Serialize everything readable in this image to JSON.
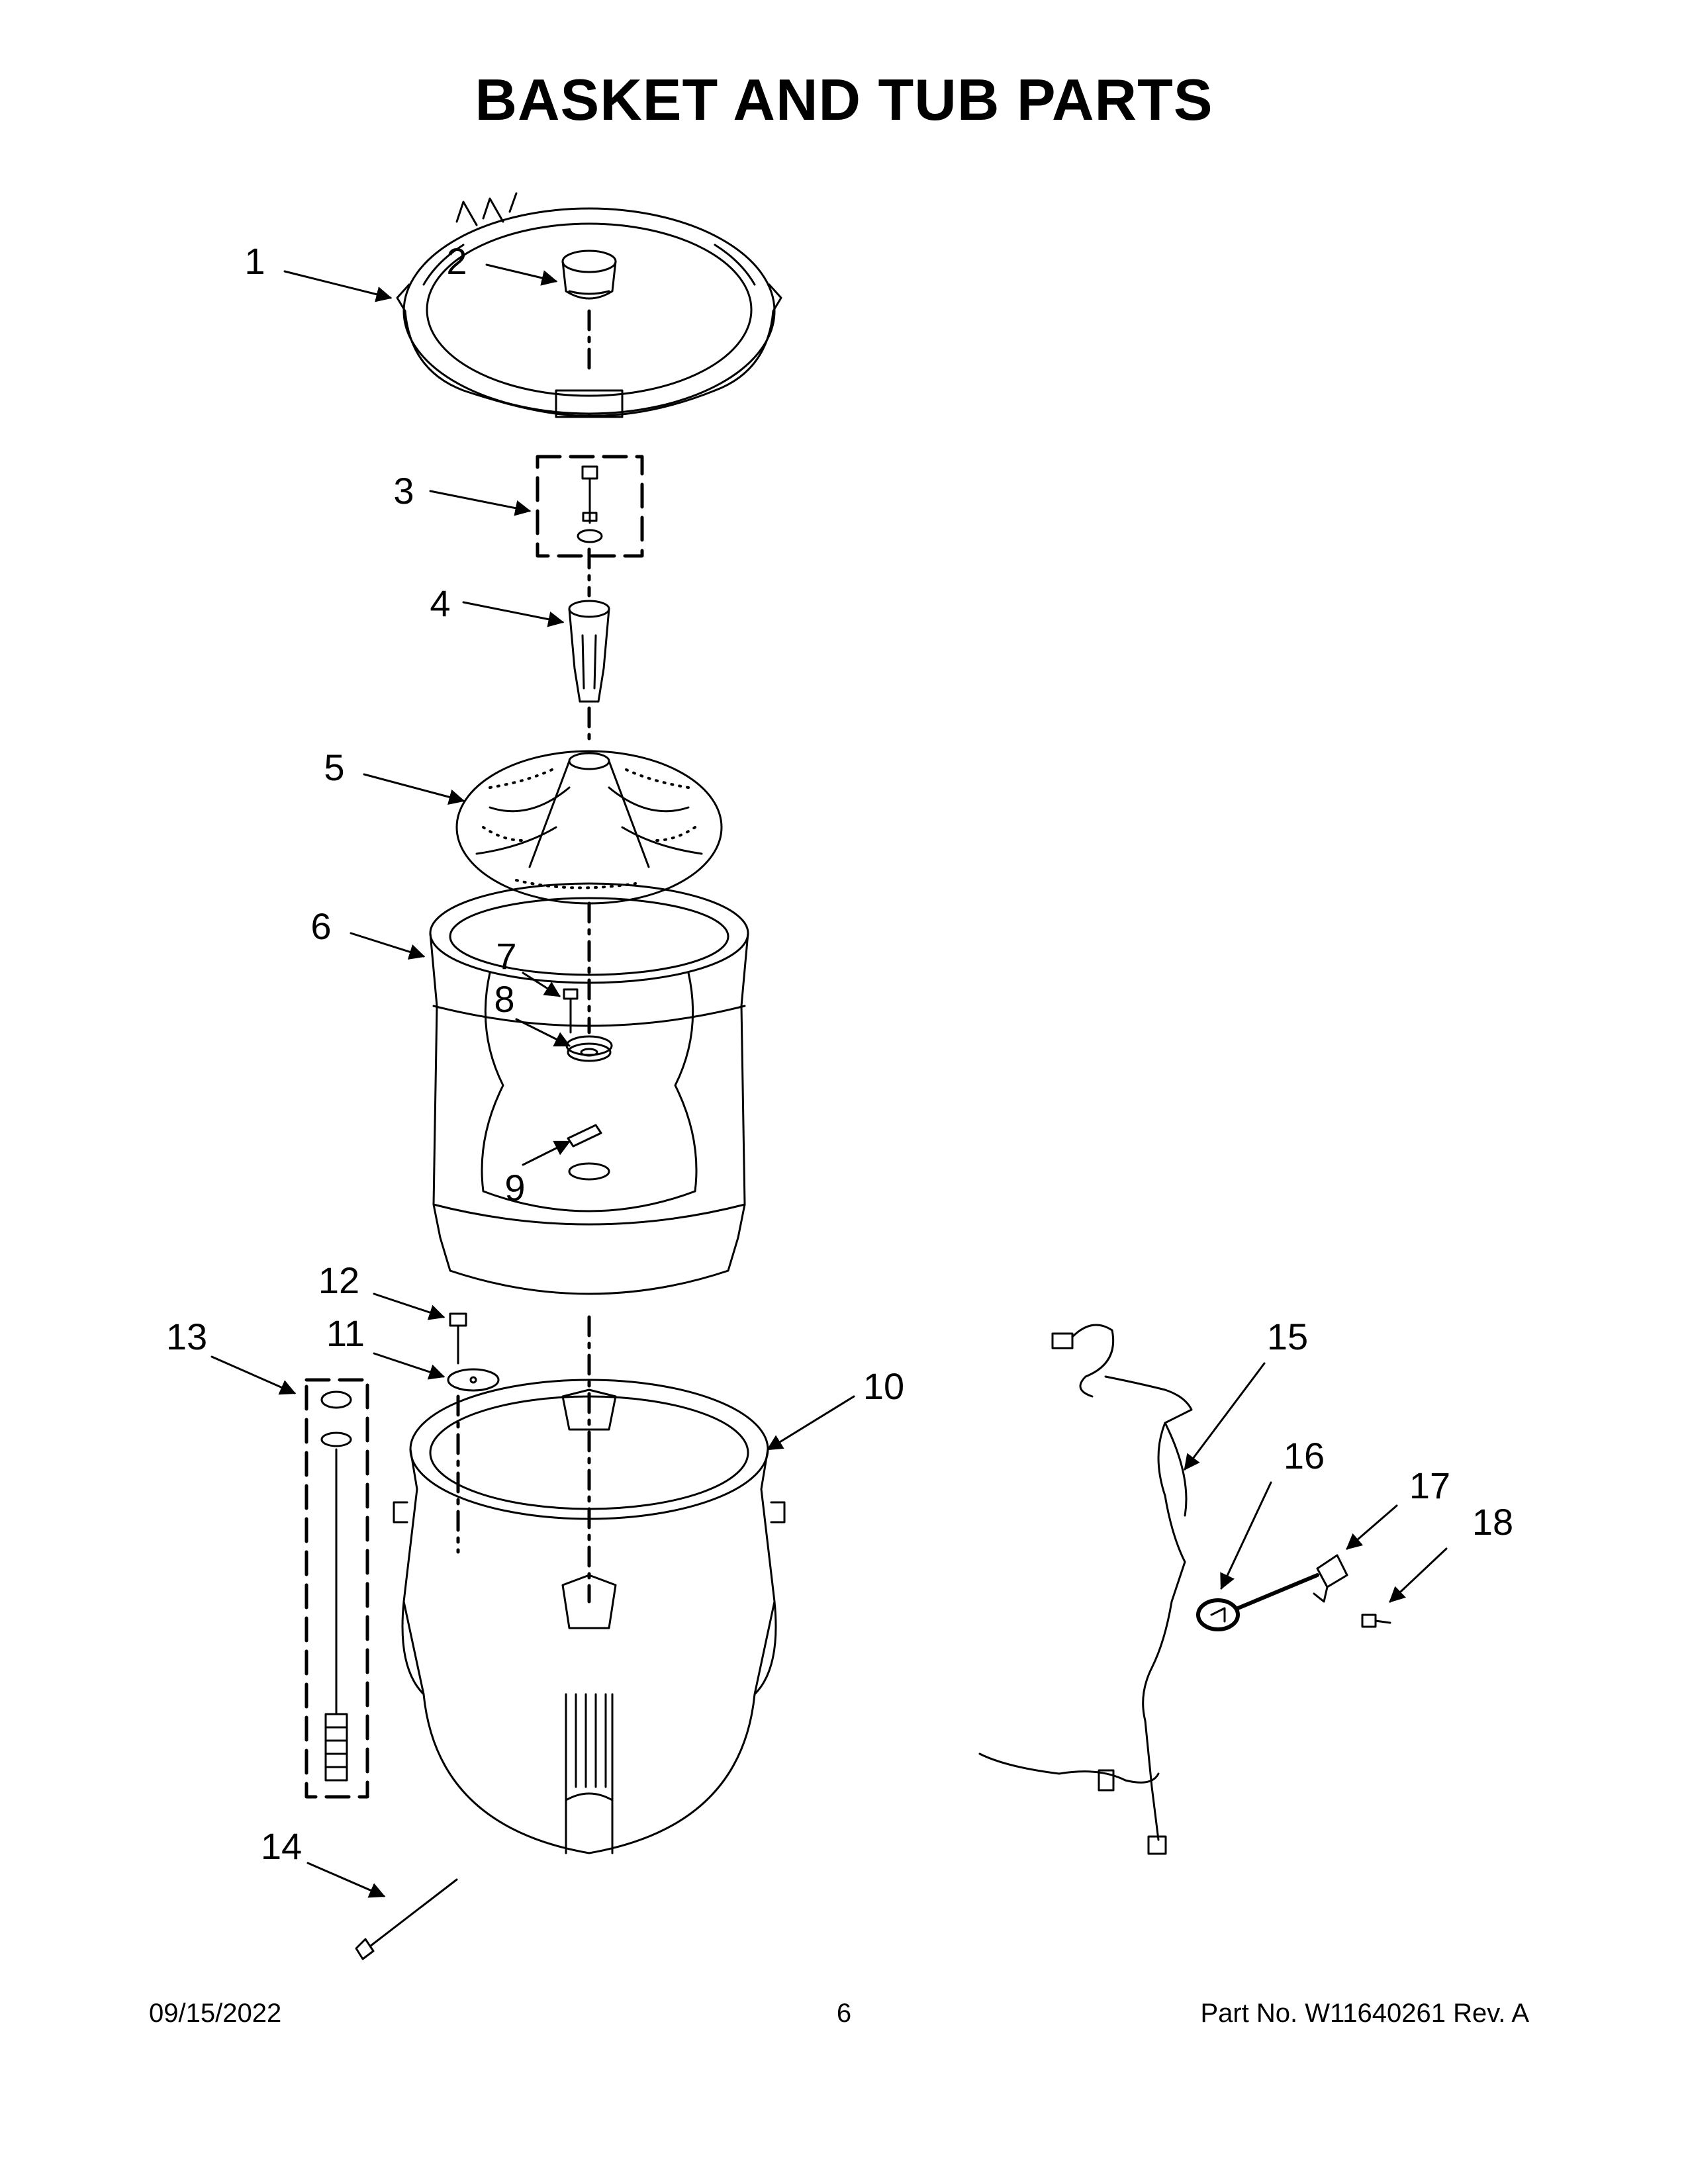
{
  "page": {
    "title": "BASKET AND TUB PARTS",
    "footer": {
      "date": "09/15/2022",
      "page_number": "6",
      "part_no": "Part No.  W11640261  Rev.  A"
    }
  },
  "callouts": [
    "1",
    "2",
    "3",
    "4",
    "5",
    "6",
    "7",
    "8",
    "9",
    "10",
    "11",
    "12",
    "13",
    "14",
    "15",
    "16",
    "17",
    "18"
  ],
  "parts": [
    {
      "num": "1",
      "icon": "tub-ring-icon"
    },
    {
      "num": "2",
      "icon": "agitator-cap-icon"
    },
    {
      "num": "3",
      "icon": "bolt-kit-icon"
    },
    {
      "num": "4",
      "icon": "drive-shaft-coupler-icon"
    },
    {
      "num": "5",
      "icon": "impeller-plate-icon"
    },
    {
      "num": "6",
      "icon": "wash-basket-icon"
    },
    {
      "num": "7",
      "icon": "screw-icon"
    },
    {
      "num": "8",
      "icon": "basket-hub-icon"
    },
    {
      "num": "9",
      "icon": "hub-key-icon"
    },
    {
      "num": "10",
      "icon": "outer-tub-icon"
    },
    {
      "num": "11",
      "icon": "plate-icon"
    },
    {
      "num": "12",
      "icon": "screw-icon"
    },
    {
      "num": "13",
      "icon": "suspension-rod-kit-icon"
    },
    {
      "num": "14",
      "icon": "pressure-hose-icon"
    },
    {
      "num": "15",
      "icon": "wire-harness-icon"
    },
    {
      "num": "16",
      "icon": "thermistor-icon"
    },
    {
      "num": "17",
      "icon": "clip-icon"
    },
    {
      "num": "18",
      "icon": "screw-icon"
    }
  ]
}
